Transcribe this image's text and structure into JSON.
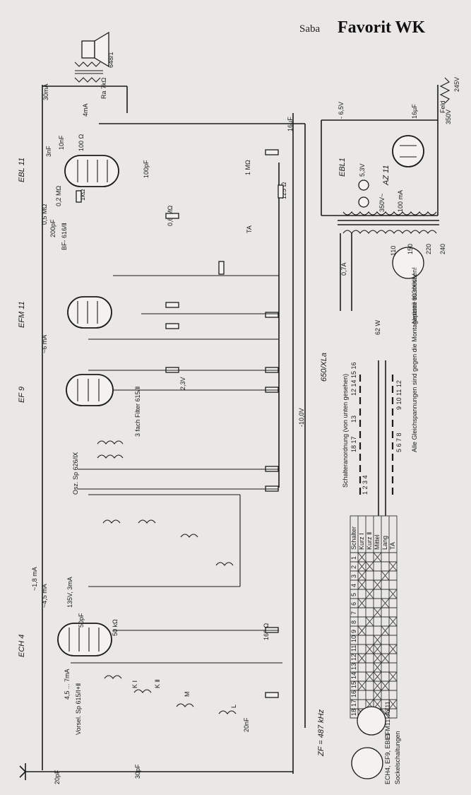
{
  "header": {
    "brand": "Saba",
    "model": "Favorit WK"
  },
  "tubes": [
    {
      "id": "ebl11",
      "label": "EBL 11"
    },
    {
      "id": "efm11",
      "label": "EFM 11"
    },
    {
      "id": "ef9",
      "label": "EF 9"
    },
    {
      "id": "ech4",
      "label": "ECH 4"
    },
    {
      "id": "az11",
      "label": "AZ 11"
    }
  ],
  "labels": {
    "speaker_ref": "648/1",
    "output_res": "Ra 7kΩ",
    "current_30ma": "30mA",
    "current_4ma": "4mA",
    "cap_3nf": "3nF",
    "cap_10nf": "10nF",
    "cap_100pf": "100pF",
    "cap_200pf": "200pF",
    "res_100": "100 Ω",
    "res_1k": "1kΩ",
    "res_02m": "0,2 MΩ",
    "res_05m": "0,5 MΩ",
    "res_06m": "0,6 MΩ",
    "res_125": "125 Ω",
    "res_1m": "1 MΩ",
    "cap_16uf": "16µF",
    "v_65": "- 6,5V",
    "v_350": "350V",
    "v_245": "245V",
    "v_53": "5,3V",
    "v_350ac": "350V~",
    "cur_100ma": "100 mA",
    "feld": "Feld",
    "bf_filter": "BF- 616/Ⅱ",
    "ta": "TA",
    "fuse": "0,7A",
    "power": "62 W",
    "netzteil": "Netzteil 603/XXIV",
    "volt_110": "110",
    "volt_150": "150",
    "volt_220": "220",
    "volt_240": "240",
    "i_6ma": "~6 mA",
    "filter_3fach": "3 fach Filter 615/Ⅱ",
    "v_23": "2,3V",
    "v_neg10": "-10,0V",
    "code": "650/XLa",
    "switch_title": "Schalteranordnung (von unten gesehen)",
    "note": "Alle Gleichspannungen sind gegen die Montageplatte zu messen!",
    "osc": "Osz. Sp 626/Ⅸ",
    "osc_supply": "135V, 3mA",
    "i_18ma": "~1,8 mA",
    "i_45ma": "~4,5 mA",
    "i_45_7ma": "4,5 ... 7mA",
    "vorsel": "Vorsel. Sp 615/Ⅰ+Ⅱ",
    "zf": "ZF = 487 kHz",
    "sockets": "Sockelschaltungen",
    "sock1": "ECH4, EF9, EBL1",
    "sock2": "EFM11, AZ11",
    "cap_50pf": "50pF",
    "cap_20nf": "20nF",
    "cap_30pf": "30pF",
    "res_50k": "50 kΩ",
    "res_160": "160 Ω",
    "band_k1": "K Ⅰ",
    "band_k2": "K Ⅱ",
    "band_m": "M",
    "band_l": "L"
  },
  "switch_table": {
    "header_label": "Schalter",
    "numbers": [
      "1",
      "2",
      "3",
      "4",
      "5",
      "6",
      "7",
      "8",
      "9",
      "10",
      "11",
      "12",
      "13",
      "14",
      "15",
      "16",
      "17",
      "18"
    ],
    "rows": [
      "Kurz Ⅰ",
      "Kurz Ⅱ",
      "Mittel",
      "Lang",
      "TA"
    ]
  },
  "switch_rows": {
    "top": "12  14  15  16",
    "bottom": "9  10  11  12",
    "left_a": "18  17",
    "left_b": "1  2  3  4",
    "mid_a": "5  6  7  8",
    "mid_b": "13"
  }
}
